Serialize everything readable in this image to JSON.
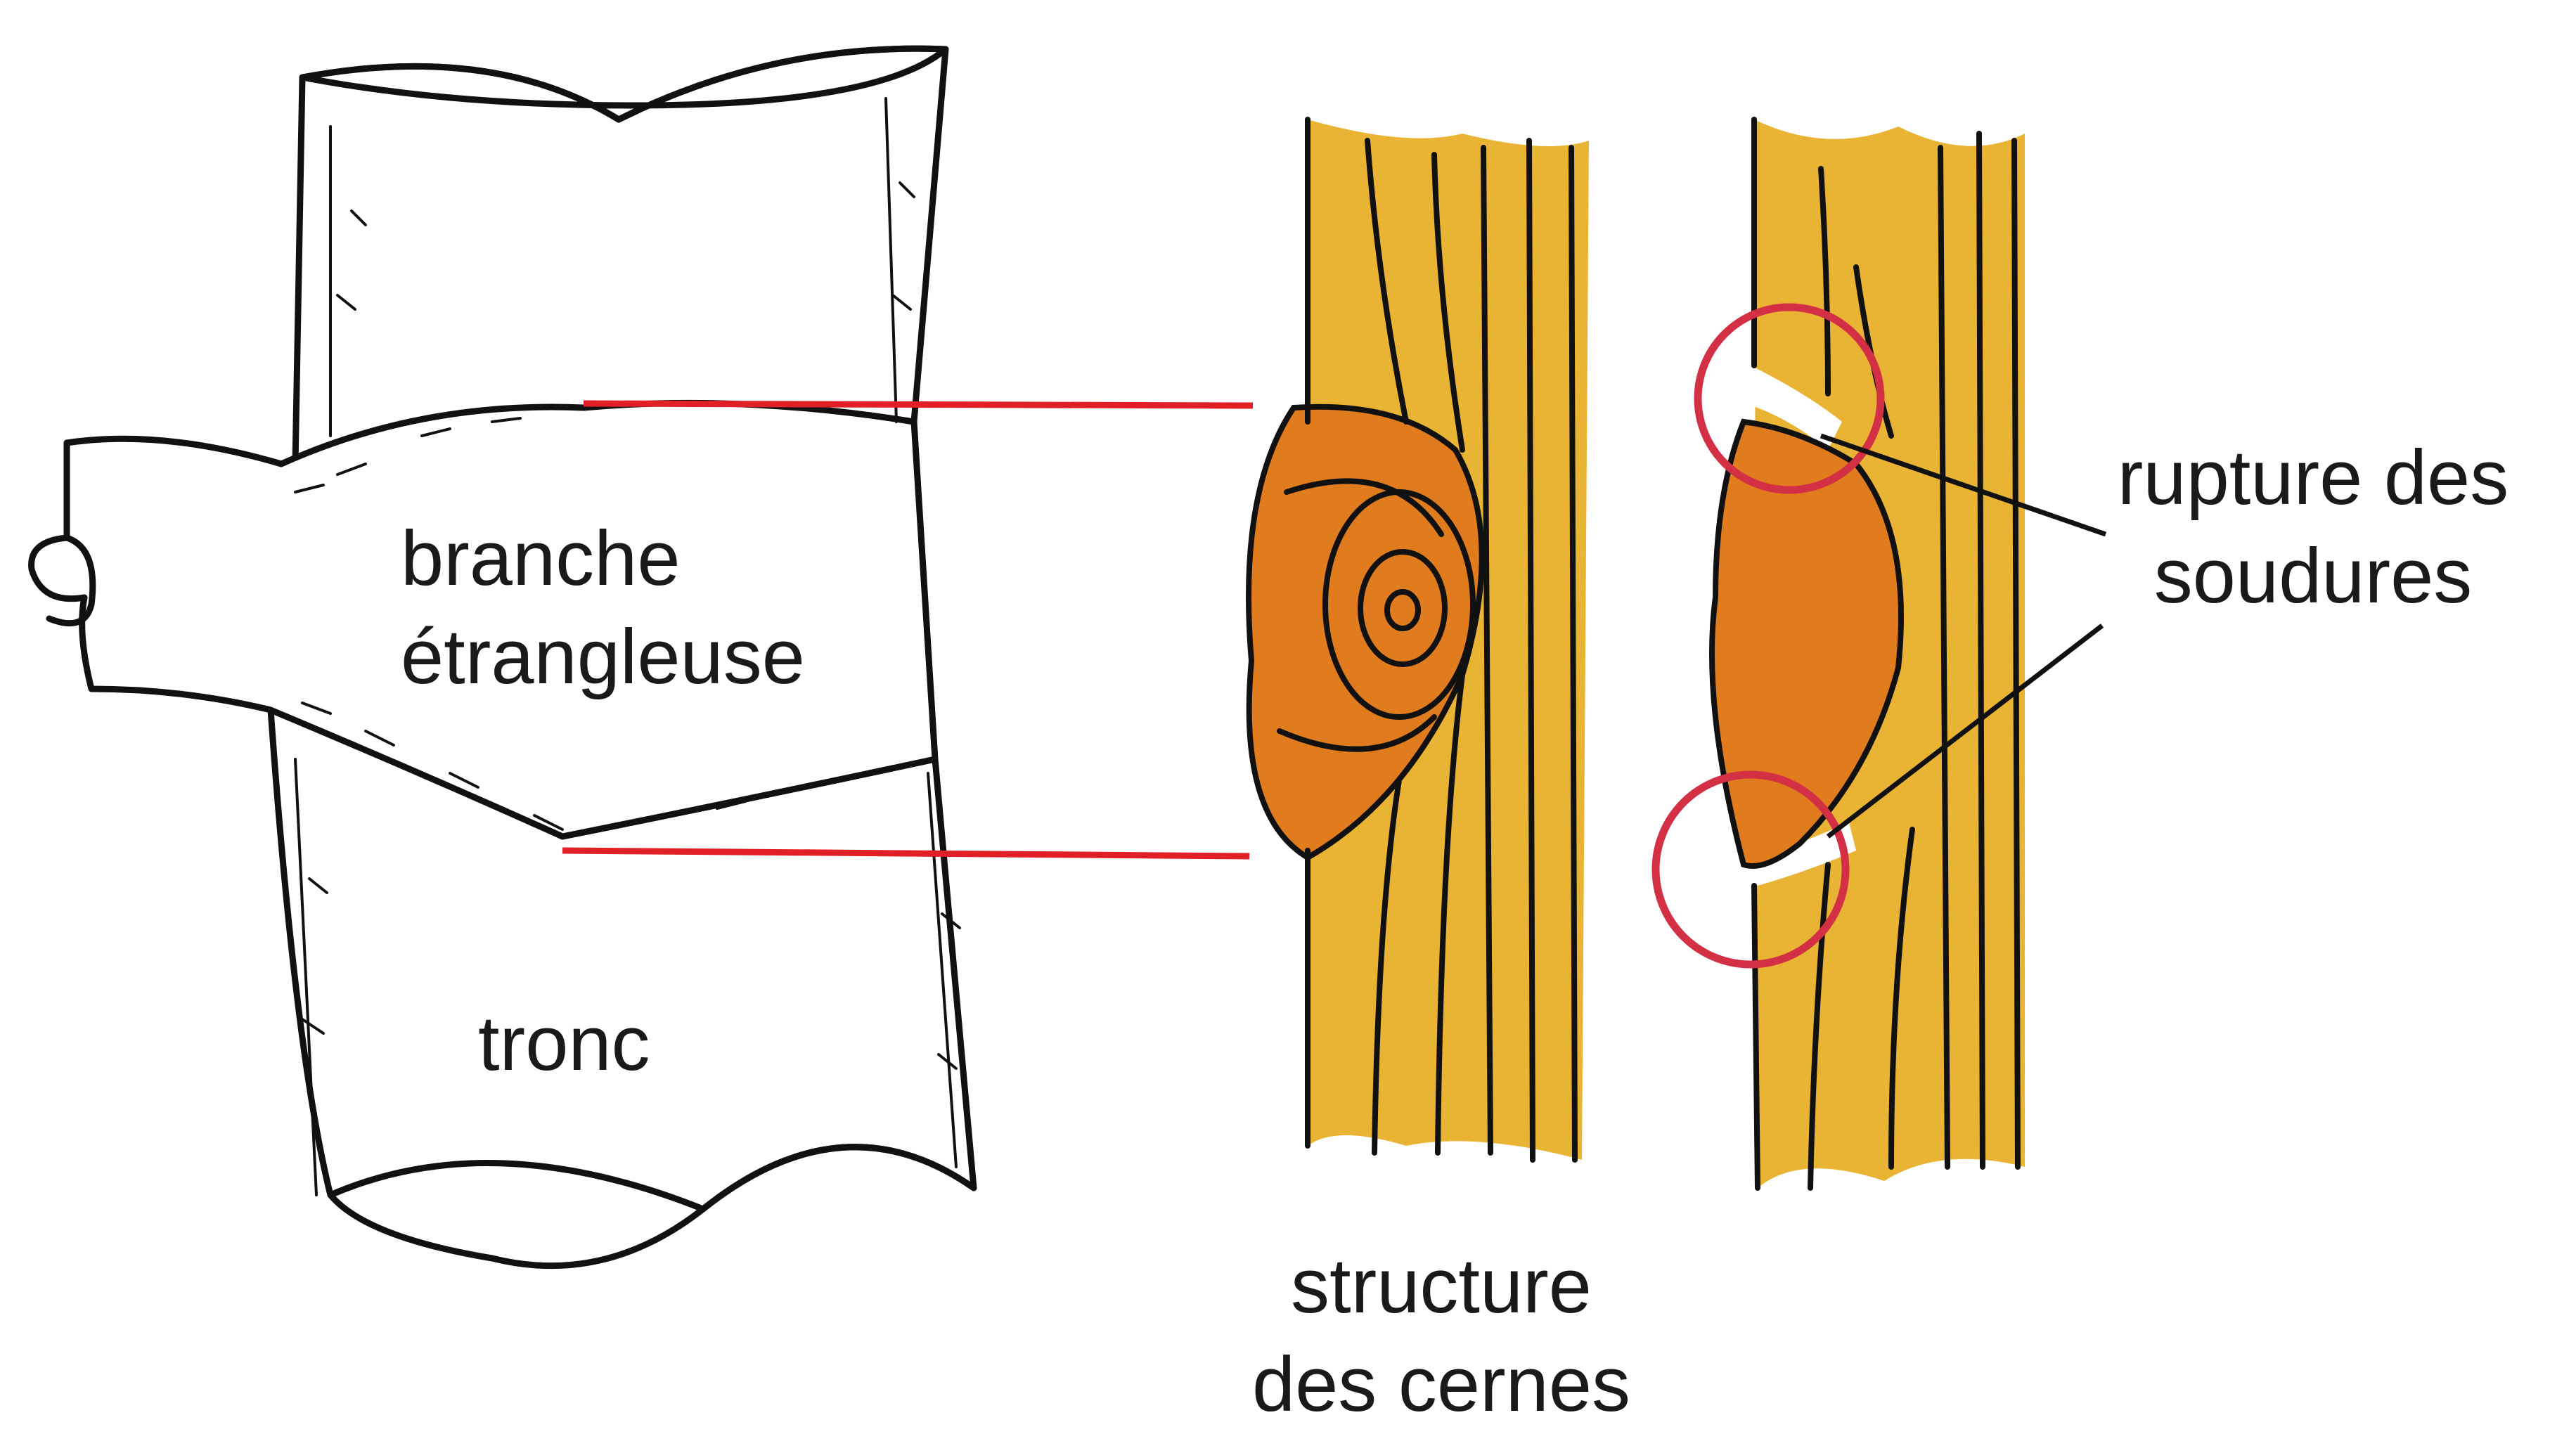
{
  "labels": {
    "branch": [
      "branche",
      "étrangleuse"
    ],
    "trunk": "tronc",
    "rings": [
      "structure",
      "des cernes"
    ],
    "rupture": [
      "rupture des",
      "soudures"
    ]
  },
  "colors": {
    "outline": "#111111",
    "wood": "#e9b434",
    "wood_light": "#f3c958",
    "knot": "#e07b1e",
    "knot_dark": "#c9651a",
    "connector": "#e01f26",
    "circle": "#d32f45"
  }
}
